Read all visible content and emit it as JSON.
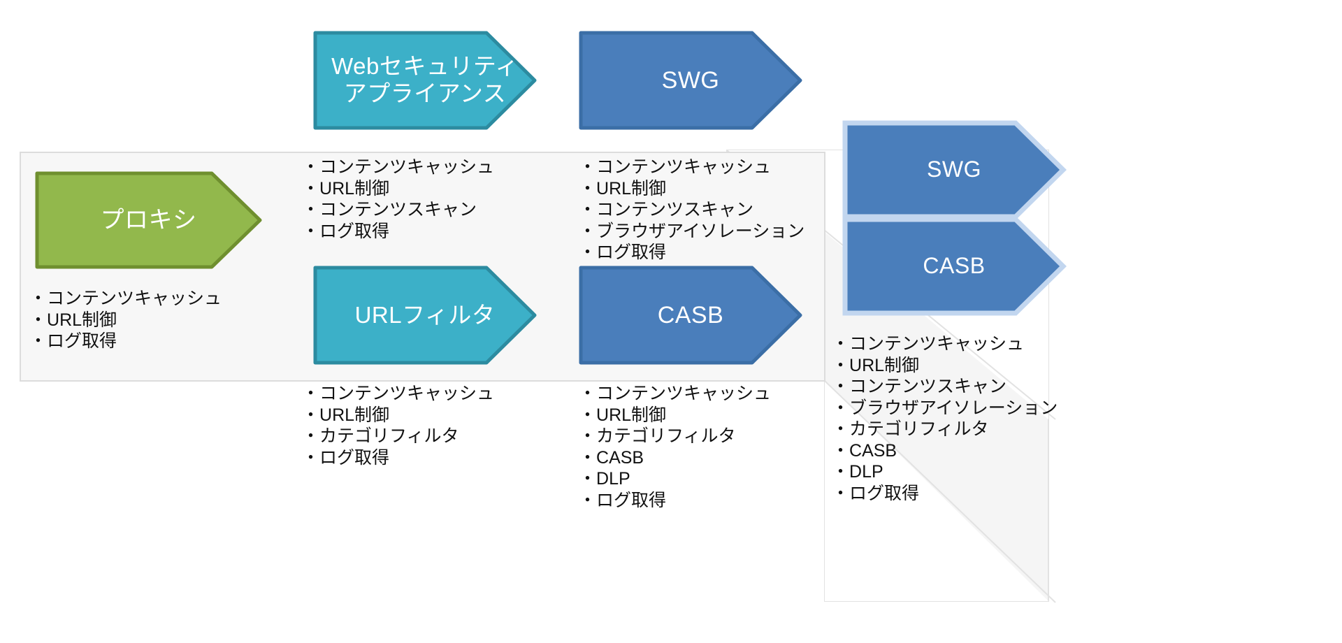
{
  "diagram": {
    "title": "Web security evolution chevron diagram",
    "colors": {
      "green_fill": "#92b84c",
      "green_stroke": "#6f8f2f",
      "teal_fill": "#3cb0c8",
      "teal_stroke": "#2c8ba0",
      "blue_fill": "#4a7ebb",
      "blue_stroke": "#3b6ea6",
      "blue_outline": "#c2d6ef",
      "panel_fill": "#f7f7f7",
      "panel_stroke": "#d9d9d9",
      "text": "#111111"
    },
    "stages": [
      {
        "id": "proxy",
        "shape_label": "プロキシ",
        "features": [
          "コンテンツキャッシュ",
          "URL制御",
          "ログ取得"
        ]
      },
      {
        "id": "web-security-appliance",
        "shape_label": "Webセキュリティ\nアプライアンス",
        "shape_label_line1": "Webセキュリティ",
        "shape_label_line2": "アプライアンス",
        "features": [
          "コンテンツキャッシュ",
          "URL制御",
          "コンテンツスキャン",
          "ログ取得"
        ]
      },
      {
        "id": "url-filter",
        "shape_label": "URLフィルタ",
        "features": [
          "コンテンツキャッシュ",
          "URL制御",
          "カテゴリフィルタ",
          "ログ取得"
        ]
      },
      {
        "id": "swg",
        "shape_label": "SWG",
        "features": [
          "コンテンツキャッシュ",
          "URL制御",
          "コンテンツスキャン",
          "ブラウザアイソレーション",
          "ログ取得"
        ]
      },
      {
        "id": "casb",
        "shape_label": "CASB",
        "features": [
          "コンテンツキャッシュ",
          "URL制御",
          "カテゴリフィルタ",
          "CASB",
          "DLP",
          "ログ取得"
        ]
      },
      {
        "id": "integrated",
        "shape_label_top": "SWG",
        "shape_label_bottom": "CASB",
        "features": [
          "コンテンツキャッシュ",
          "URL制御",
          "コンテンツスキャン",
          "ブラウザアイソレーション",
          "カテゴリフィルタ",
          "CASB",
          "DLP",
          "ログ取得"
        ]
      }
    ]
  }
}
